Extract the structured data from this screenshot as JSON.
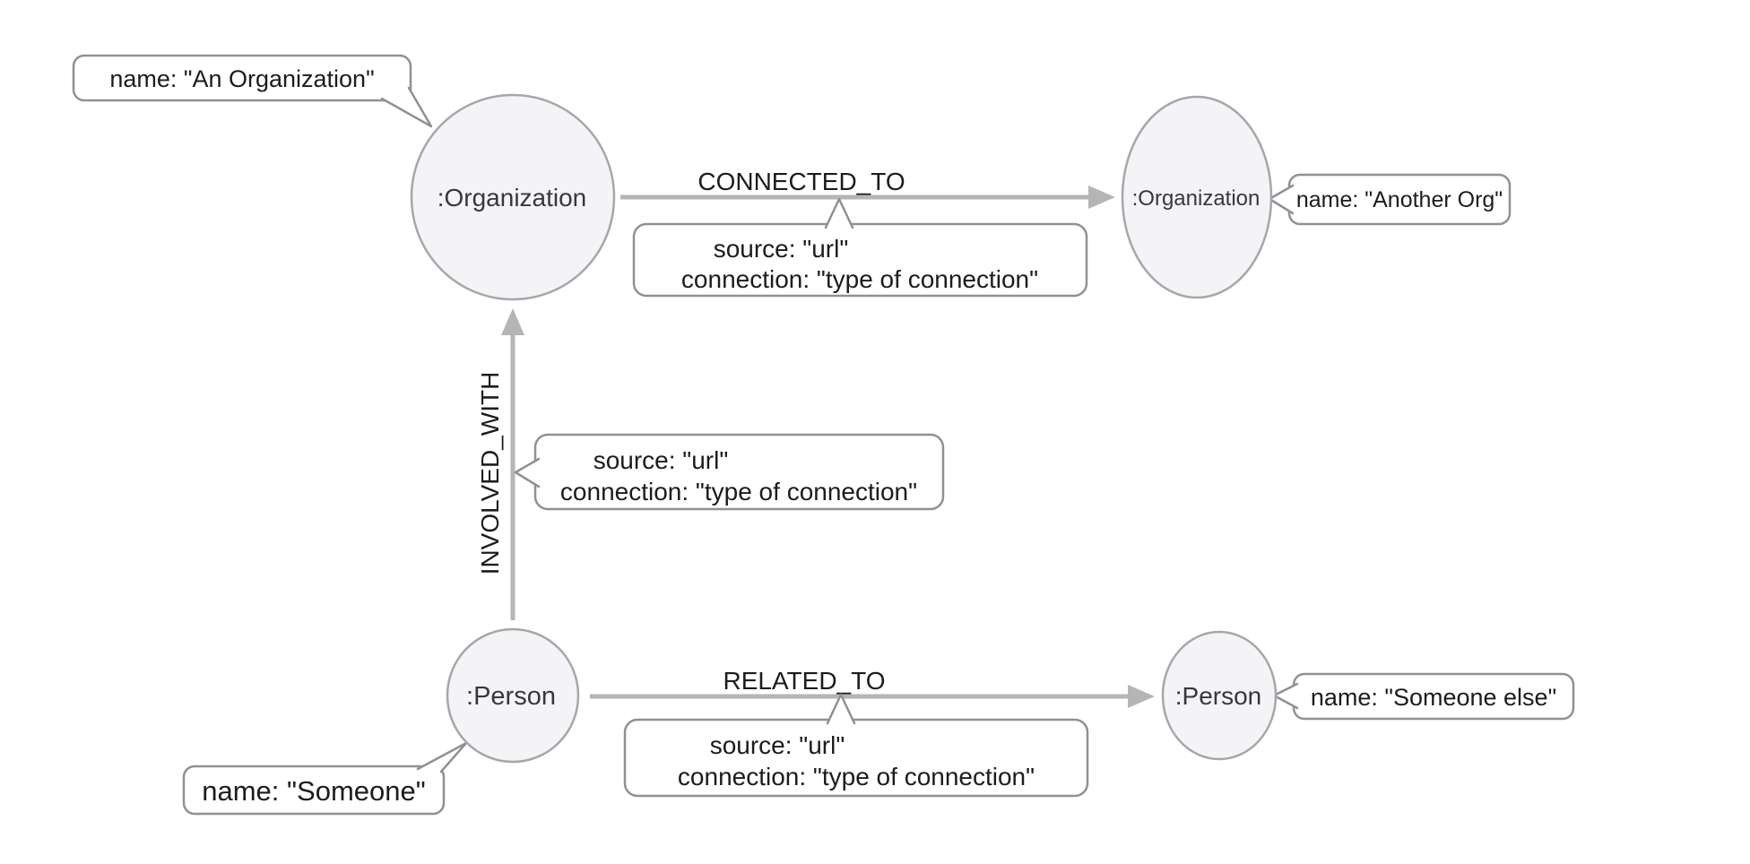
{
  "diagram": {
    "nodes": [
      {
        "id": "organization-1",
        "label": ":Organization"
      },
      {
        "id": "organization-2",
        "label": ":Organization"
      },
      {
        "id": "person-1",
        "label": ":Person"
      },
      {
        "id": "person-2",
        "label": ":Person"
      }
    ],
    "node_callouts": [
      {
        "for": "organization-1",
        "text": "name: \"An Organization\""
      },
      {
        "for": "organization-2",
        "text": "name: \"Another Org\""
      },
      {
        "for": "person-1",
        "text": "name: \"Someone\""
      },
      {
        "for": "person-2",
        "text": "name: \"Someone else\""
      }
    ],
    "relationships": [
      {
        "id": "connected-to",
        "label": "CONNECTED_TO",
        "from": "organization-1",
        "to": "organization-2"
      },
      {
        "id": "involved-with",
        "label": "INVOLVED_WITH",
        "from": "person-1",
        "to": "organization-1"
      },
      {
        "id": "related-to",
        "label": "RELATED_TO",
        "from": "person-1",
        "to": "person-2"
      }
    ],
    "relationship_callouts": [
      {
        "for": "connected-to",
        "line1": "source: \"url\"",
        "line2": "connection: \"type of connection\""
      },
      {
        "for": "involved-with",
        "line1": "source: \"url\"",
        "line2": "connection: \"type of connection\""
      },
      {
        "for": "related-to",
        "line1": "source: \"url\"",
        "line2": "connection: \"type of connection\""
      }
    ],
    "colors": {
      "background": "#ffffff",
      "node_fill": "#f4f4f6",
      "node_stroke": "#a6a6ab",
      "arrow": "#b5b5b7",
      "callout_fill": "#ffffff",
      "callout_stroke": "#909095",
      "text": "#1c1c1e"
    }
  }
}
